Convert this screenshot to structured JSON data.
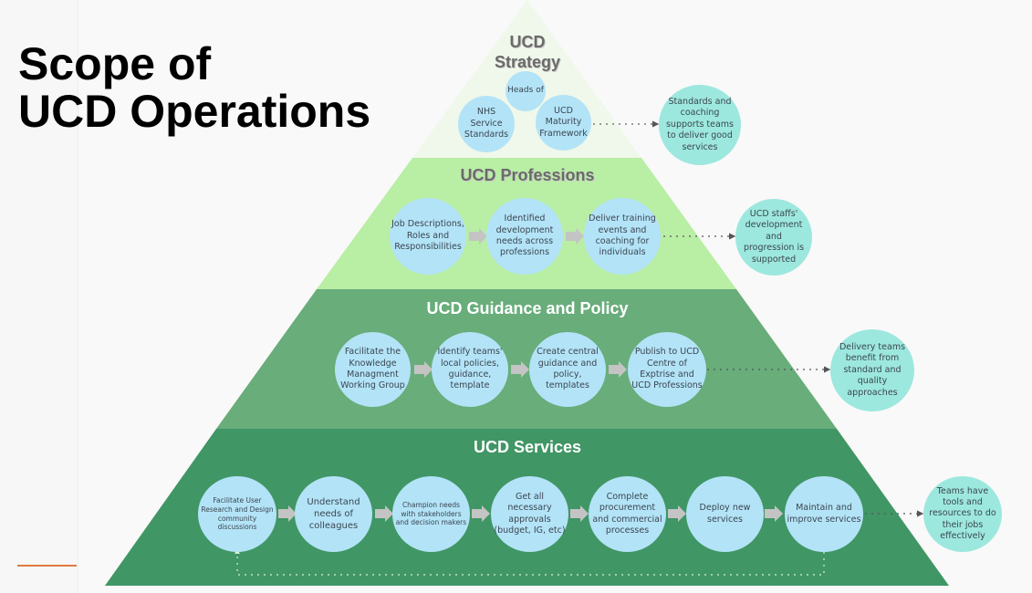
{
  "slide": {
    "title": "Scope of\nUCD Operations"
  },
  "colors": {
    "strategy_layer": "#eff8ea",
    "professions_layer": "#b9eea5",
    "guidance_layer": "#68ad7a",
    "services_layer": "#409665",
    "process_node": "#b3e3f7",
    "outcome_node": "#9de8de",
    "accent": "#e07a3c"
  },
  "pyramid": {
    "strategy": {
      "title_line1": "UCD",
      "title_line2": "Strategy",
      "nodes": [
        "Heads of",
        "NHS Service Standards",
        "UCD Maturity Framework"
      ],
      "outcome": "Standards and coaching supports teams to deliver good services"
    },
    "professions": {
      "title": "UCD Professions",
      "nodes": [
        "Job Descriptions, Roles and Responsibilities",
        "Identified development needs across professions",
        "Deliver training events and coaching for individuals"
      ],
      "outcome": "UCD staffs' development and progression is supported"
    },
    "guidance": {
      "title": "UCD Guidance and Policy",
      "nodes": [
        "Facilitate the Knowledge Managment Working Group",
        "Identify teams' local policies, guidance, template",
        "Create central guidance and policy, templates",
        "Publish to UCD Centre of Exptrise and UCD Professions"
      ],
      "outcome": "Delivery teams benefit from standard and quality approaches"
    },
    "services": {
      "title": "UCD Services",
      "nodes": [
        "Facilitate User Research and Design community discussions",
        "Understand needs of colleagues",
        "Champion needs with stakeholders and decision makers",
        "Get all necessary approvals (budget, IG, etc)",
        "Complete procurement and commercial processes",
        "Deploy new services",
        "Maintain and improve services"
      ],
      "outcome": "Teams have tools and resources to do their jobs effectively"
    }
  }
}
